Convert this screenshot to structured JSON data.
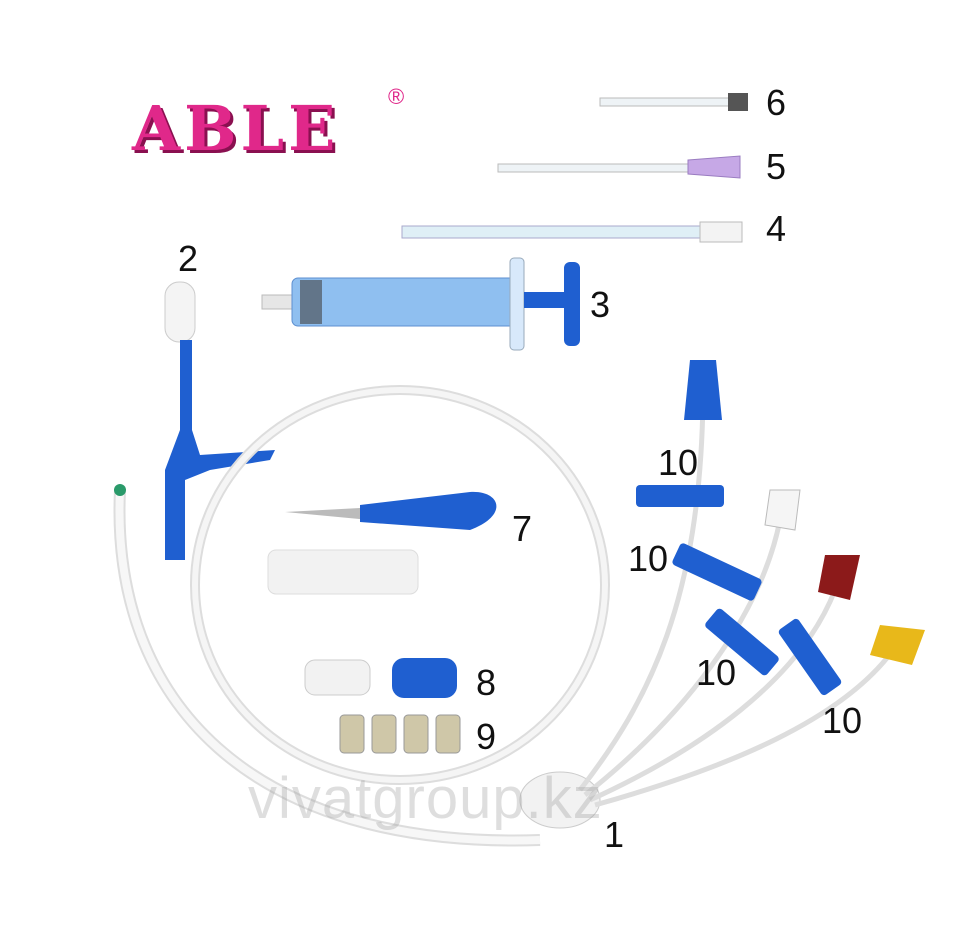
{
  "logo": {
    "text": "ABLE",
    "registered": "®",
    "color": "#e0288a"
  },
  "labels": {
    "n1": "1",
    "n2": "2",
    "n3": "3",
    "n4": "4",
    "n5": "5",
    "n6": "6",
    "n7": "7",
    "n8": "8",
    "n9": "9",
    "n10a": "10",
    "n10b": "10",
    "n10c": "10",
    "n10d": "10"
  },
  "watermark": "vivatgroup.kz",
  "colors": {
    "blue": "#1f5fd0",
    "white": "#f2f2f2",
    "red": "#8c1a1a",
    "yellow": "#e8b81a",
    "purple": "#b79ad8"
  }
}
